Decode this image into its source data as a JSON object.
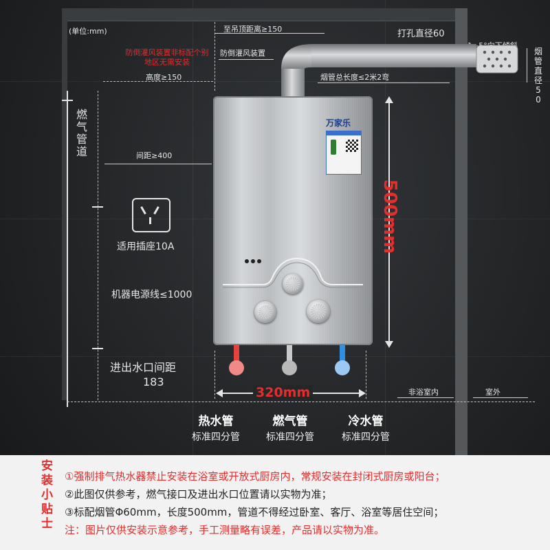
{
  "unit_note": "(单位:mm)",
  "dims": {
    "top_clearance": "至吊顶距离≥150",
    "hole_diameter": "打孔直径60",
    "tilt": "1~5°向下倾斜",
    "flue_diameter": "烟管直径50",
    "antiwind_note": "防倒灌风装置非标配个别地区无需安装",
    "antiwind_device": "防倒灌风装置",
    "height": "高度≥150",
    "flue_length": "烟管总长度≤2米2弯",
    "gas_pipe": "燃气管道",
    "spacing": "间距≥400",
    "socket": "适用插座10A",
    "power_cord": "机器电源线≤1000",
    "inlet_outlet_spacing": "进出水口间距",
    "inlet_outlet_value": "183",
    "height_500": "500mm",
    "width_320": "320mm",
    "non_bathroom": "非浴室内",
    "outdoor": "室外"
  },
  "product": {
    "brand": "万家乐"
  },
  "outlets": [
    {
      "name": "热水管",
      "spec": "标准四分管",
      "color": "#f08a86"
    },
    {
      "name": "燃气管",
      "spec": "标准四分管",
      "color": "#b9b9b9"
    },
    {
      "name": "冷水管",
      "spec": "标准四分管",
      "color": "#9cc8f2"
    }
  ],
  "tips": {
    "title": "安装小贴士",
    "items": [
      "①强制排气热水器禁止安装在浴室或开放式厨房内，常规安装在封闭式厨房或阳台；",
      "②此图仅供参考，燃气接口及进出水口位置请以实物为准；",
      "③标配烟管Φ60mm，长度500mm，管道不得经过卧室、客厅、浴室等居住空间；",
      "注：图片仅供安装示意参考，手工测量略有误差，产品请以实物为准。"
    ]
  },
  "colors": {
    "accent_red": "#e42d2d",
    "tips_bg": "#f2f2f2"
  }
}
